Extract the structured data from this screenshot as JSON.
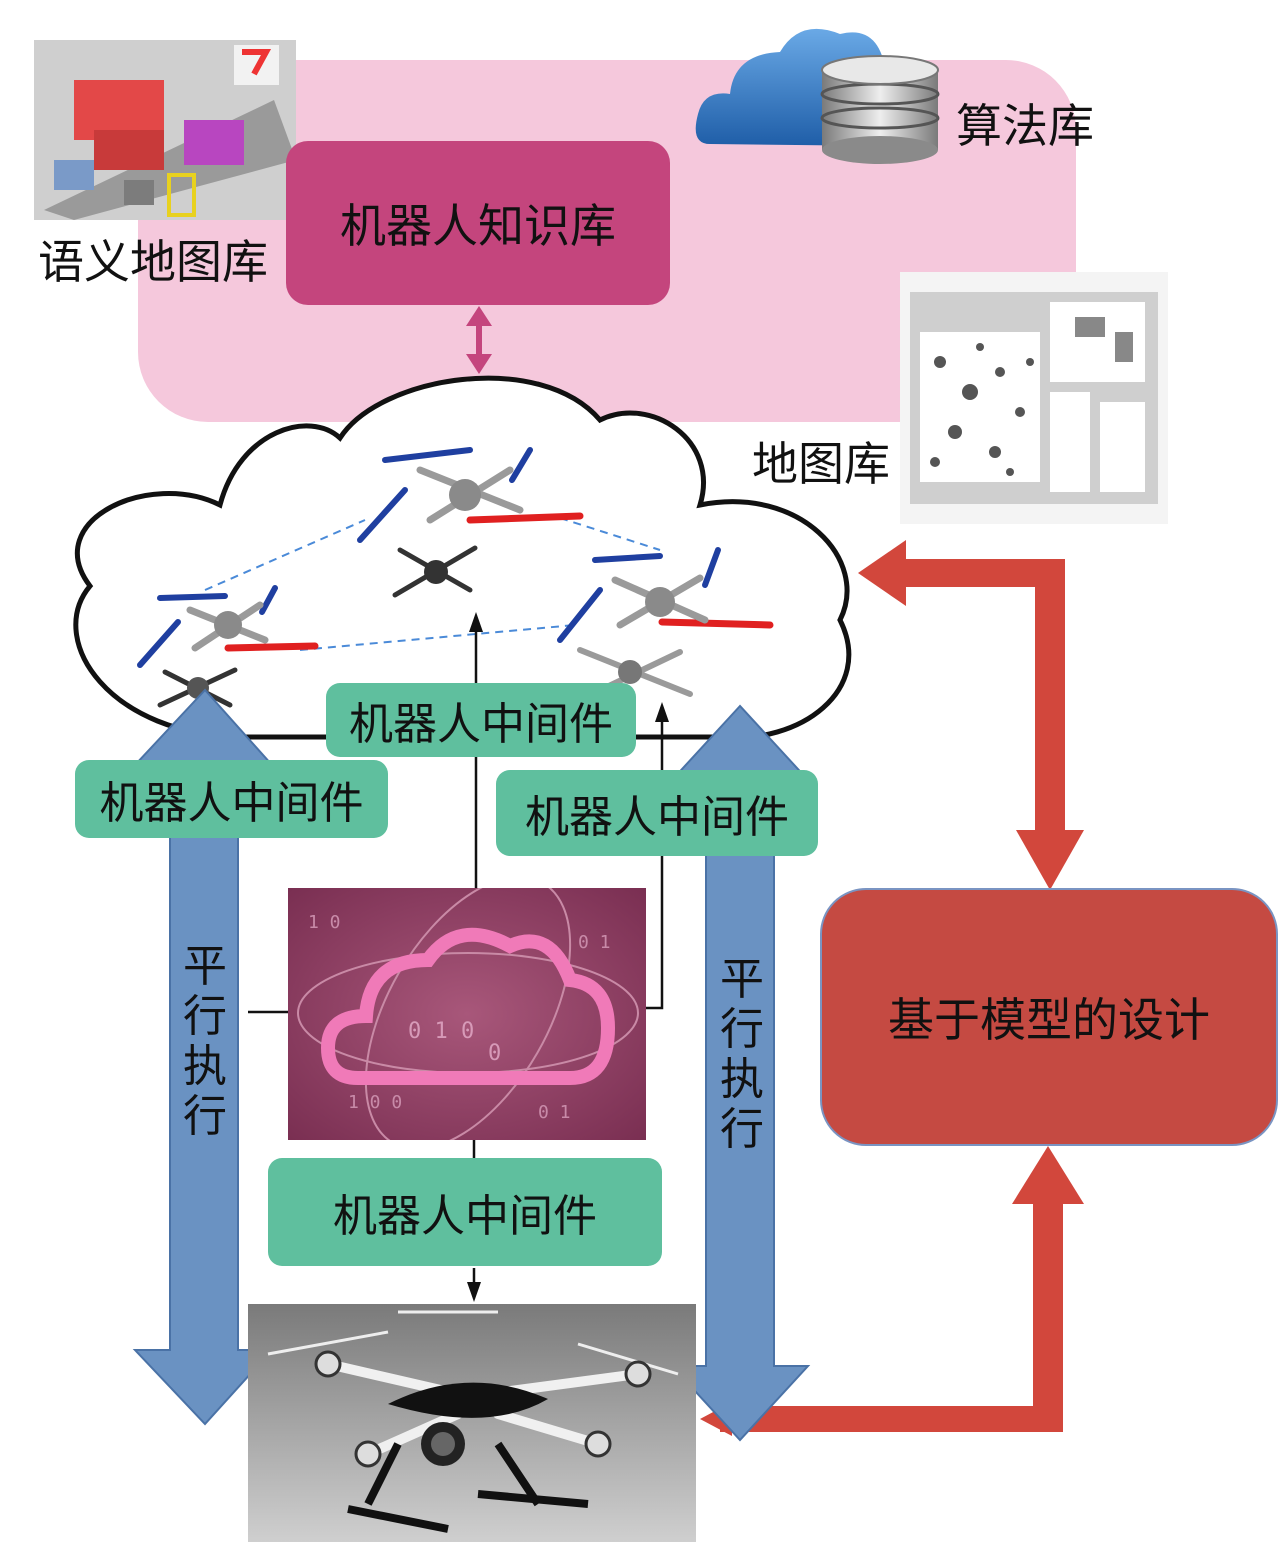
{
  "colors": {
    "pink_panel": "#f5c8dc",
    "kb_box": "#c4457d",
    "middleware": "#5fbf9e",
    "blue_arrow": "#6a92c2",
    "red_arrow": "#d2473c",
    "model_box": "#c54a42",
    "chip_bg": "#8a3b5e"
  },
  "labels": {
    "knowledge_base": "机器人知识库",
    "algorithm_lib": "算法库",
    "semantic_map_lib": "语义地图库",
    "map_lib": "地图库",
    "model_based_design": "基于模型的设计"
  },
  "middleware": {
    "top": "机器人中间件",
    "left": "机器人中间件",
    "right": "机器人中间件",
    "bottom": "机器人中间件"
  },
  "parallel_left": [
    "平",
    "行",
    "执",
    "行"
  ],
  "parallel_right": [
    "平",
    "行",
    "执",
    "行"
  ],
  "icons": {
    "database": "database-cloud-icon",
    "semantic_map": "semantic-map-image",
    "occupancy_map": "occupancy-map-image",
    "cloud_chip": "cloud-chip-icon",
    "drone": "drone-icon"
  }
}
